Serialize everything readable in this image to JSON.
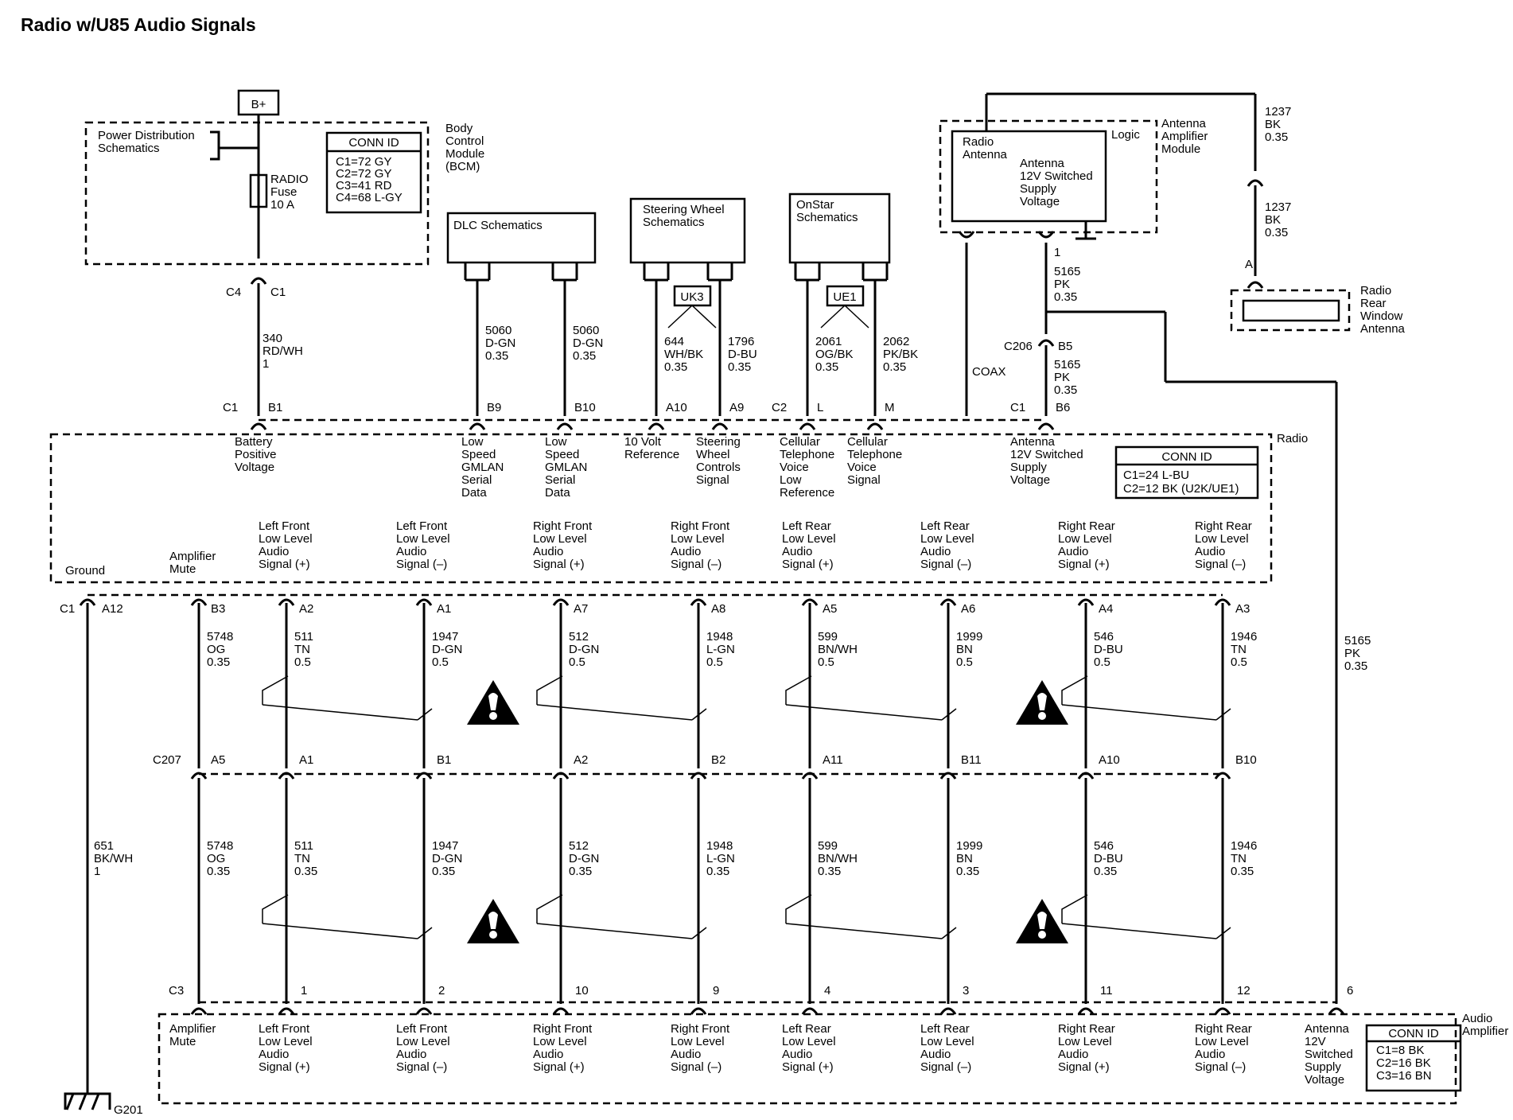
{
  "title": "Radio w/U85 Audio Signals",
  "power": {
    "bplus": "B+",
    "pds": [
      "Power Distribution",
      "Schematics"
    ],
    "fuse": [
      "RADIO",
      "Fuse",
      "10 A"
    ],
    "bcm": [
      "Body",
      "Control",
      "Module",
      "(BCM)"
    ],
    "bcm_conn_title": "CONN ID",
    "bcm_conn": [
      "C1=72 GY",
      "C2=72 GY",
      "C3=41 RD",
      "C4=68 L-GY"
    ],
    "c4": "C4",
    "c1": "C1",
    "wire": [
      "340",
      "RD/WH",
      "1"
    ]
  },
  "modules": {
    "dlc": "DLC Schematics",
    "sws": [
      "Steering Wheel",
      "Schematics"
    ],
    "onstar": [
      "OnStar",
      "Schematics"
    ],
    "uk3": "UK3",
    "ue1": "UE1",
    "logic": "Logic",
    "ant_mod": [
      "Antenna",
      "Amplifier",
      "Module"
    ],
    "radio_ant": [
      "Radio",
      "Antenna"
    ],
    "ant_sup": [
      "Antenna",
      "12V Switched",
      "Supply",
      "Voltage"
    ],
    "rear_ant": [
      "Radio",
      "Rear",
      "Window",
      "Antenna"
    ]
  },
  "top_wires": {
    "dlc1": [
      "5060",
      "D-GN",
      "0.35"
    ],
    "dlc2": [
      "5060",
      "D-GN",
      "0.35"
    ],
    "sw1": [
      "644",
      "WH/BK",
      "0.35"
    ],
    "sw2": [
      "1796",
      "D-BU",
      "0.35"
    ],
    "os1": [
      "2061",
      "OG/BK",
      "0.35"
    ],
    "os2": [
      "2062",
      "PK/BK",
      "0.35"
    ],
    "coax": "COAX",
    "ant1": "1",
    "ant_w1": [
      "5165",
      "PK",
      "0.35"
    ],
    "ant_w2": [
      "5165",
      "PK",
      "0.35"
    ],
    "c206": "C206",
    "b5": "B5",
    "rw1": [
      "1237",
      "BK",
      "0.35"
    ],
    "rw2": [
      "1237",
      "BK",
      "0.35"
    ],
    "rw_a": "A",
    "right_long": [
      "5165",
      "PK",
      "0.35"
    ]
  },
  "radio": {
    "label": "Radio",
    "conn_title": "CONN ID",
    "conn": [
      "C1=24 L-BU",
      "C2=12 BK (U2K/UE1)"
    ],
    "top_pins": [
      {
        "k": "C1",
        "p": "B1",
        "label": [
          "Battery",
          "Positive",
          "Voltage"
        ]
      },
      {
        "p": "B9",
        "label": [
          "Low",
          "Speed",
          "GMLAN",
          "Serial",
          "Data"
        ]
      },
      {
        "p": "B10",
        "label": [
          "Low",
          "Speed",
          "GMLAN",
          "Serial",
          "Data"
        ]
      },
      {
        "p": "A10",
        "label": [
          "10 Volt",
          "Reference"
        ]
      },
      {
        "p": "A9",
        "label": [
          "Steering",
          "Wheel",
          "Controls",
          "Signal"
        ]
      },
      {
        "k": "C2",
        "p": "L",
        "label": [
          "Cellular",
          "Telephone",
          "Voice",
          "Low",
          "Reference"
        ]
      },
      {
        "p": "M",
        "label": [
          "Cellular",
          "Telephone",
          "Voice",
          "Signal"
        ]
      },
      {
        "k": "C1",
        "p": "B6",
        "label": [
          "Antenna",
          "12V Switched",
          "Supply",
          "Voltage"
        ]
      }
    ],
    "ground": "Ground",
    "amp_mute": [
      "Amplifier",
      "Mute"
    ],
    "bottom_labels": [
      [
        "Left Front",
        "Low Level",
        "Audio",
        "Signal (+)"
      ],
      [
        "Left Front",
        "Low Level",
        "Audio",
        "Signal (–)"
      ],
      [
        "Right Front",
        "Low Level",
        "Audio",
        "Signal (+)"
      ],
      [
        "Right Front",
        "Low Level",
        "Audio",
        "Signal (–)"
      ],
      [
        "Left Rear",
        "Low Level",
        "Audio",
        "Signal (+)"
      ],
      [
        "Left Rear",
        "Low Level",
        "Audio",
        "Signal (–)"
      ],
      [
        "Right Rear",
        "Low Level",
        "Audio",
        "Signal (+)"
      ],
      [
        "Right Rear",
        "Low Level",
        "Audio",
        "Signal (–)"
      ]
    ]
  },
  "signals": {
    "c1": "C1",
    "c207": "C207",
    "c3": "C3",
    "ground_pin": "A12",
    "ground_wire": [
      "651",
      "BK/WH",
      "1"
    ],
    "g201": "G201",
    "mute": {
      "p1": "B3",
      "p2": "A5",
      "w1": [
        "5748",
        "OG",
        "0.35"
      ],
      "w2": [
        "5748",
        "OG",
        "0.35"
      ]
    },
    "lines": [
      {
        "p1": "A2",
        "p2": "A1",
        "p3": "1",
        "w1": [
          "511",
          "TN",
          "0.5"
        ],
        "w2": [
          "511",
          "TN",
          "0.35"
        ]
      },
      {
        "p1": "A1",
        "p2": "B1",
        "p3": "2",
        "w1": [
          "1947",
          "D-GN",
          "0.5"
        ],
        "w2": [
          "1947",
          "D-GN",
          "0.35"
        ]
      },
      {
        "p1": "A7",
        "p2": "A2",
        "p3": "10",
        "w1": [
          "512",
          "D-GN",
          "0.5"
        ],
        "w2": [
          "512",
          "D-GN",
          "0.35"
        ]
      },
      {
        "p1": "A8",
        "p2": "B2",
        "p3": "9",
        "w1": [
          "1948",
          "L-GN",
          "0.5"
        ],
        "w2": [
          "1948",
          "L-GN",
          "0.35"
        ]
      },
      {
        "p1": "A5",
        "p2": "A11",
        "p3": "4",
        "w1": [
          "599",
          "BN/WH",
          "0.5"
        ],
        "w2": [
          "599",
          "BN/WH",
          "0.35"
        ]
      },
      {
        "p1": "A6",
        "p2": "B11",
        "p3": "3",
        "w1": [
          "1999",
          "BN",
          "0.5"
        ],
        "w2": [
          "1999",
          "BN",
          "0.35"
        ]
      },
      {
        "p1": "A4",
        "p2": "A10",
        "p3": "11",
        "w1": [
          "546",
          "D-BU",
          "0.5"
        ],
        "w2": [
          "546",
          "D-BU",
          "0.35"
        ]
      },
      {
        "p1": "A3",
        "p2": "B10",
        "p3": "12",
        "w1": [
          "1946",
          "TN",
          "0.5"
        ],
        "w2": [
          "1946",
          "TN",
          "0.35"
        ]
      }
    ],
    "amp_ant_pin": "6"
  },
  "amplifier": {
    "label": [
      "Audio",
      "Amplifier"
    ],
    "conn_title": "CONN ID",
    "conn": [
      "C1=8 BK",
      "C2=16 BK",
      "C3=16 BN"
    ],
    "amp_mute": [
      "Amplifier",
      "Mute"
    ],
    "ant": [
      "Antenna",
      "12V",
      "Switched",
      "Supply",
      "Voltage"
    ],
    "labels": [
      [
        "Left Front",
        "Low Level",
        "Audio",
        "Signal (+)"
      ],
      [
        "Left Front",
        "Low Level",
        "Audio",
        "Signal (–)"
      ],
      [
        "Right Front",
        "Low Level",
        "Audio",
        "Signal (+)"
      ],
      [
        "Right Front",
        "Low Level",
        "Audio",
        "Signal (–)"
      ],
      [
        "Left Rear",
        "Low Level",
        "Audio",
        "Signal (+)"
      ],
      [
        "Left Rear",
        "Low Level",
        "Audio",
        "Signal (–)"
      ],
      [
        "Right Rear",
        "Low Level",
        "Audio",
        "Signal (+)"
      ],
      [
        "Right Rear",
        "Low Level",
        "Audio",
        "Signal (–)"
      ]
    ]
  }
}
